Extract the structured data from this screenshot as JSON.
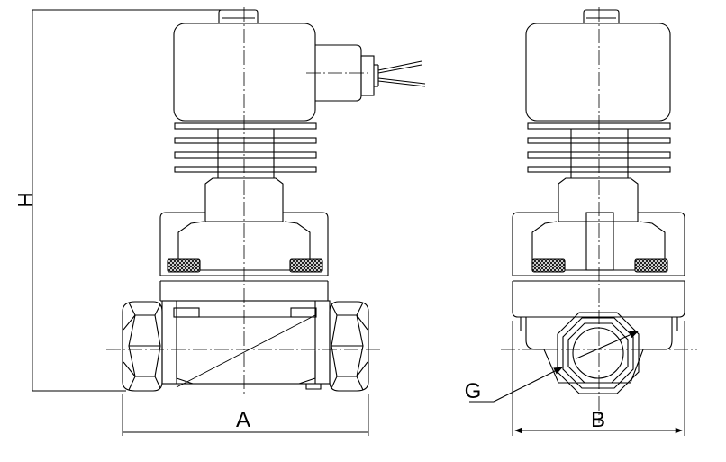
{
  "labels": {
    "height": "H",
    "length": "A",
    "width": "B",
    "thread": "G"
  },
  "colors": {
    "line": "#000000",
    "background": "#ffffff"
  }
}
